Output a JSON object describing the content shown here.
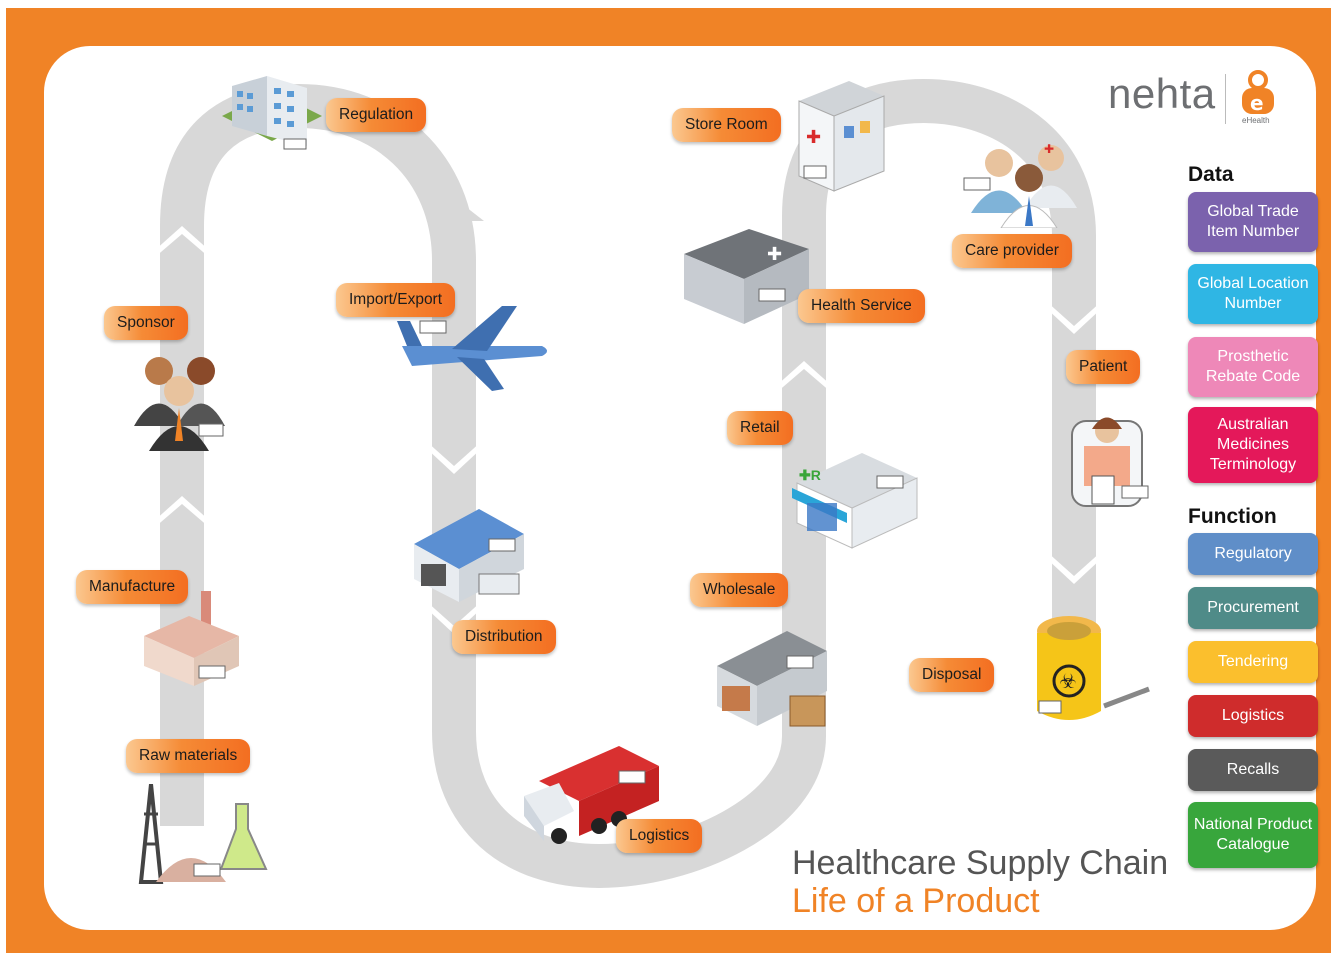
{
  "brand": {
    "name": "nehta",
    "sub": "eHealth",
    "orange": "#f08326",
    "grey": "#6d6f72"
  },
  "stages": {
    "regulation": "Regulation",
    "sponsor": "Sponsor",
    "manufacture": "Manufacture",
    "raw_materials": "Raw materials",
    "import_export": "Import/Export",
    "distribution": "Distribution",
    "logistics": "Logistics",
    "wholesale": "Wholesale",
    "retail": "Retail",
    "health_service": "Health Service",
    "store_room": "Store Room",
    "care_provider": "Care provider",
    "patient": "Patient",
    "disposal": "Disposal"
  },
  "legend": {
    "data_title": "Data",
    "data": [
      {
        "label": "Global Trade Item Number",
        "color": "#7b62ad"
      },
      {
        "label": "Global Location Number",
        "color": "#2fb6e4"
      },
      {
        "label": "Prosthetic Rebate Code",
        "color": "#ee88b8"
      },
      {
        "label": "Australian Medicines Terminology",
        "color": "#e4185a"
      }
    ],
    "function_title": "Function",
    "functions": [
      {
        "label": "Regulatory",
        "color": "#5f8ec8"
      },
      {
        "label": "Procurement",
        "color": "#4f8b88"
      },
      {
        "label": "Tendering",
        "color": "#fbbf2d"
      },
      {
        "label": "Logistics",
        "color": "#cf2c2c"
      },
      {
        "label": "Recalls",
        "color": "#5a5a5a"
      },
      {
        "label": "National Product Catalogue",
        "color": "#38a63c"
      }
    ]
  },
  "caption": {
    "line1": "Healthcare Supply Chain",
    "line2": "Life of a Product"
  },
  "icons": [
    "regulation-building-icon",
    "sponsor-people-icon",
    "factory-icon",
    "oil-rig-flask-icon",
    "airplane-icon",
    "distribution-warehouse-icon",
    "truck-icon",
    "wholesale-warehouse-icon",
    "pharmacy-store-icon",
    "hospital-icon",
    "medicine-cabinet-icon",
    "care-providers-icon",
    "patient-bed-icon",
    "biohazard-bin-icon"
  ]
}
